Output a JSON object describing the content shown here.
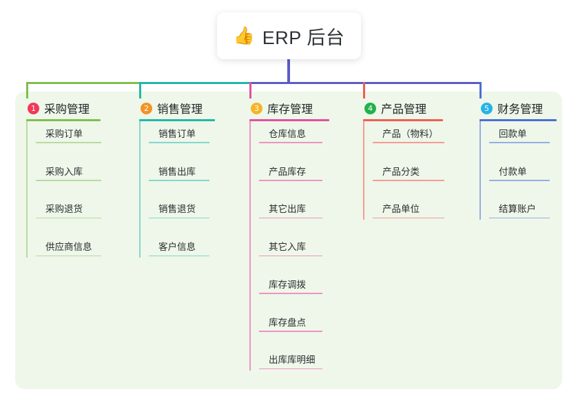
{
  "diagram": {
    "type": "mindmap",
    "title": "ERP 后台",
    "root": {
      "icon": "thumbs-up-icon",
      "emoji": "👍",
      "label": "ERP 后台"
    },
    "colors": {
      "canvas_background": "#ffffff",
      "panel_background": "#eef7e9",
      "root_stem": "#5b5bc7",
      "branch_1": "#7fbf4d",
      "branch_2": "#1fb9a8",
      "branch_3": "#e34f9e",
      "branch_4": "#f25c54",
      "branch_5": "#4a6fd4"
    },
    "branches": [
      {
        "number": "1",
        "label": "采购管理",
        "badge_color": "#f2385a",
        "line_color": "#7fbf4d",
        "child_line_color": "#b7dba0",
        "children": [
          {
            "label": "采购订单"
          },
          {
            "label": "采购入库"
          },
          {
            "label": "采购退货"
          },
          {
            "label": "供应商信息"
          }
        ]
      },
      {
        "number": "2",
        "label": "销售管理",
        "badge_color": "#f39324",
        "line_color": "#1fb9a8",
        "child_line_color": "#86d6cd",
        "children": [
          {
            "label": "销售订单"
          },
          {
            "label": "销售出库"
          },
          {
            "label": "销售退货"
          },
          {
            "label": "客户信息"
          }
        ]
      },
      {
        "number": "3",
        "label": "库存管理",
        "badge_color": "#f5b527",
        "line_color": "#e34f9e",
        "child_line_color": "#ef92c2",
        "children": [
          {
            "label": "仓库信息"
          },
          {
            "label": "产品库存"
          },
          {
            "label": "其它出库"
          },
          {
            "label": "其它入库"
          },
          {
            "label": "库存调拨"
          },
          {
            "label": "库存盘点"
          },
          {
            "label": "出库库明细"
          }
        ]
      },
      {
        "number": "4",
        "label": "产品管理",
        "badge_color": "#23b14d",
        "line_color": "#f25c54",
        "child_line_color": "#f79b95",
        "children": [
          {
            "label": "产品（物料）"
          },
          {
            "label": "产品分类"
          },
          {
            "label": "产品单位"
          }
        ]
      },
      {
        "number": "5",
        "label": "财务管理",
        "badge_color": "#28b3e8",
        "line_color": "#4a6fd4",
        "child_line_color": "#96aee4",
        "children": [
          {
            "label": "回款单"
          },
          {
            "label": "付款单"
          },
          {
            "label": "结算账户"
          }
        ]
      }
    ]
  }
}
